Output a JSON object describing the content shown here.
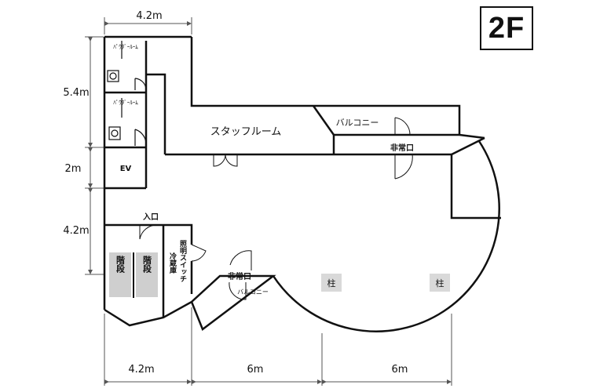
{
  "floor_label": "2F",
  "dimensions": {
    "top_width": "4.2m",
    "left_upper": "5.4m",
    "left_middle": "2m",
    "left_lower": "4.2m",
    "bottom_left": "4.2m",
    "bottom_middle": "6m",
    "bottom_right": "6m"
  },
  "rooms": {
    "powder_room_1": "ﾊﾟｳﾀﾞｰﾙｰﾑ",
    "powder_room_2": "ﾊﾟｳﾀﾞｰﾙｰﾑ",
    "staff_room": "スタッフルーム",
    "balcony_upper": "バルコニー",
    "balcony_lower": "バルコニー",
    "elevator": "EV",
    "entrance": "入口",
    "emergency_exit_upper": "非常口",
    "emergency_exit_lower": "非常口",
    "stairs_1": "階段",
    "stairs_2": "階段",
    "refrigerator": "冷蔵庫",
    "light_switch": "照明スイッチ",
    "pillar_1": "柱",
    "pillar_2": "柱"
  },
  "colors": {
    "wall": "#111111",
    "dimension_line": "#555555",
    "stair_fill": "#cfcfcf",
    "pillar_fill": "#d9d9d9"
  }
}
